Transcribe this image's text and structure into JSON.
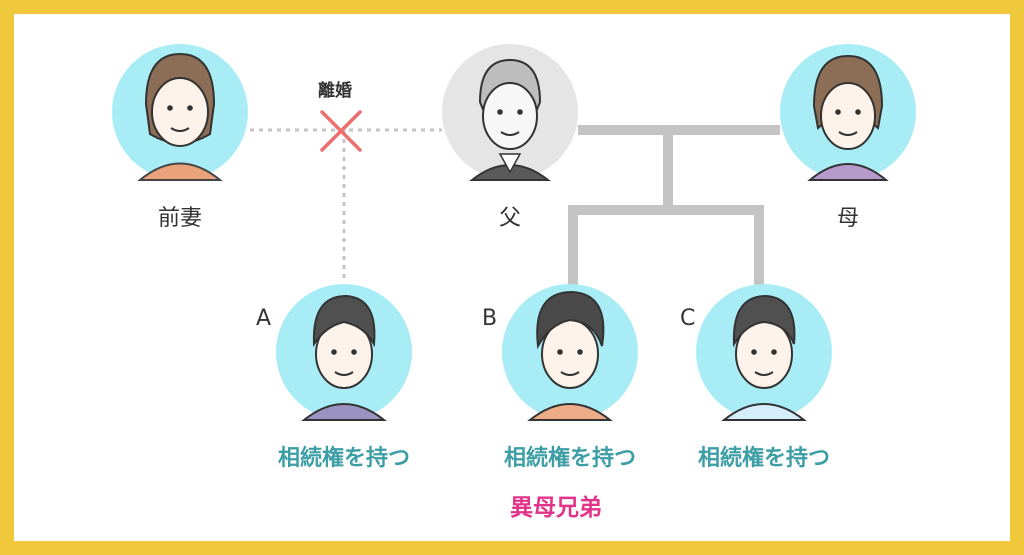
{
  "diagram": {
    "divorce_label": "離婚",
    "half_sibling_label": "異母兄弟",
    "people": {
      "ex_wife": {
        "name": "前妻",
        "background": "#a8ecf6"
      },
      "father": {
        "name": "父",
        "background": "#e5e5e5"
      },
      "mother": {
        "name": "母",
        "background": "#a8ecf6"
      },
      "child_a": {
        "letter": "A",
        "rights": "相続権を持つ",
        "background": "#a8ecf6"
      },
      "child_b": {
        "letter": "B",
        "rights": "相続権を持つ",
        "background": "#a8ecf6"
      },
      "child_c": {
        "letter": "C",
        "rights": "相続権を持つ",
        "background": "#a8ecf6"
      }
    },
    "colors": {
      "frame": "#f0ca3c",
      "family_line": "#c4c4c4",
      "divorce_line": "#c4c4c4",
      "divorce_mark": "#ee6e6e",
      "rights_text": "#3e9ea6",
      "half_sibling_text": "#e2338a"
    }
  }
}
